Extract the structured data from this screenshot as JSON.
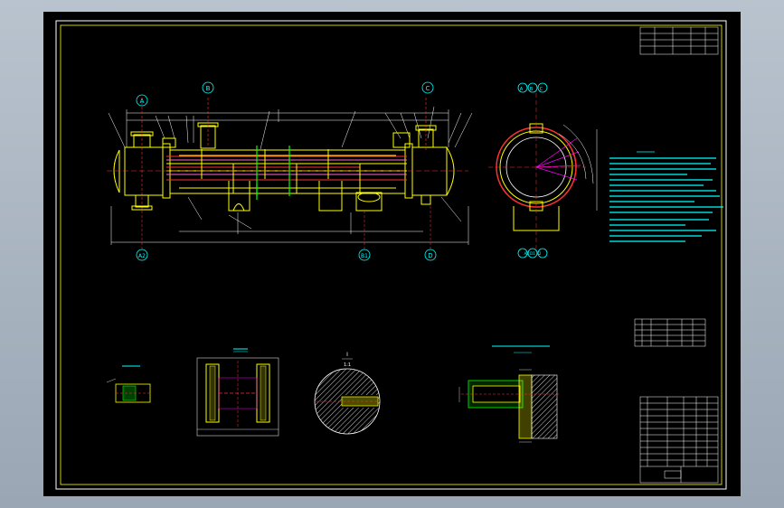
{
  "drawing": {
    "section_letters": {
      "a": "A",
      "b": "B",
      "c": "C",
      "d": "D"
    },
    "view_markers": {
      "a_top": "A",
      "b_top": "B",
      "c_top": "C",
      "a2_bottom": "A2",
      "b1_bottom": "B1",
      "d_bottom": "D",
      "side_top": "A B C",
      "side_bottom": "A1 D1 B2"
    },
    "detail_scale": "1:1",
    "detail_label": "I"
  },
  "colors": {
    "background": "#000000",
    "frame": "#ffffff",
    "vessel": "#ffff00",
    "tube": "#ff3030",
    "nozzle": "#ff00ff",
    "annotation": "#00ffff",
    "center_line": "#00ff00",
    "dimension": "#ffffff"
  }
}
